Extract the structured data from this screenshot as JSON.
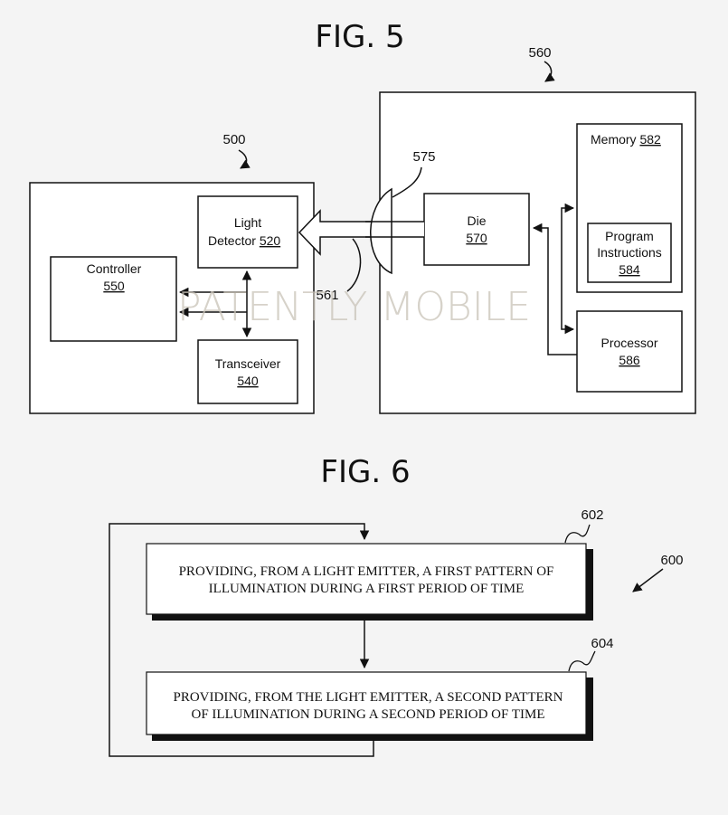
{
  "fig5": {
    "title": "FIG. 5",
    "device_500": {
      "ref": "500",
      "light_detector": {
        "name": "Light",
        "name2": "Detector",
        "num": "520"
      },
      "controller": {
        "name": "Controller",
        "num": "550"
      },
      "transceiver": {
        "name": "Transceiver",
        "num": "540"
      }
    },
    "device_560": {
      "ref": "560",
      "die": {
        "name": "Die",
        "num": "570"
      },
      "memory": {
        "name": "Memory",
        "num": "582"
      },
      "program_instructions": {
        "name": "Program",
        "name2": "Instructions",
        "num": "584"
      },
      "processor": {
        "name": "Processor",
        "num": "586"
      }
    },
    "lens_ref": "575",
    "beam_ref": "561"
  },
  "watermark": "PATENTLY MOBILE",
  "fig6": {
    "title": "FIG. 6",
    "ref": "600",
    "steps": [
      {
        "ref": "602",
        "line1": "PROVIDING, FROM A LIGHT EMITTER, A FIRST PATTERN OF",
        "line2": "ILLUMINATION DURING A FIRST PERIOD OF TIME"
      },
      {
        "ref": "604",
        "line1": "PROVIDING, FROM THE LIGHT EMITTER, A SECOND PATTERN",
        "line2": "OF ILLUMINATION DURING A SECOND PERIOD OF TIME"
      }
    ]
  }
}
